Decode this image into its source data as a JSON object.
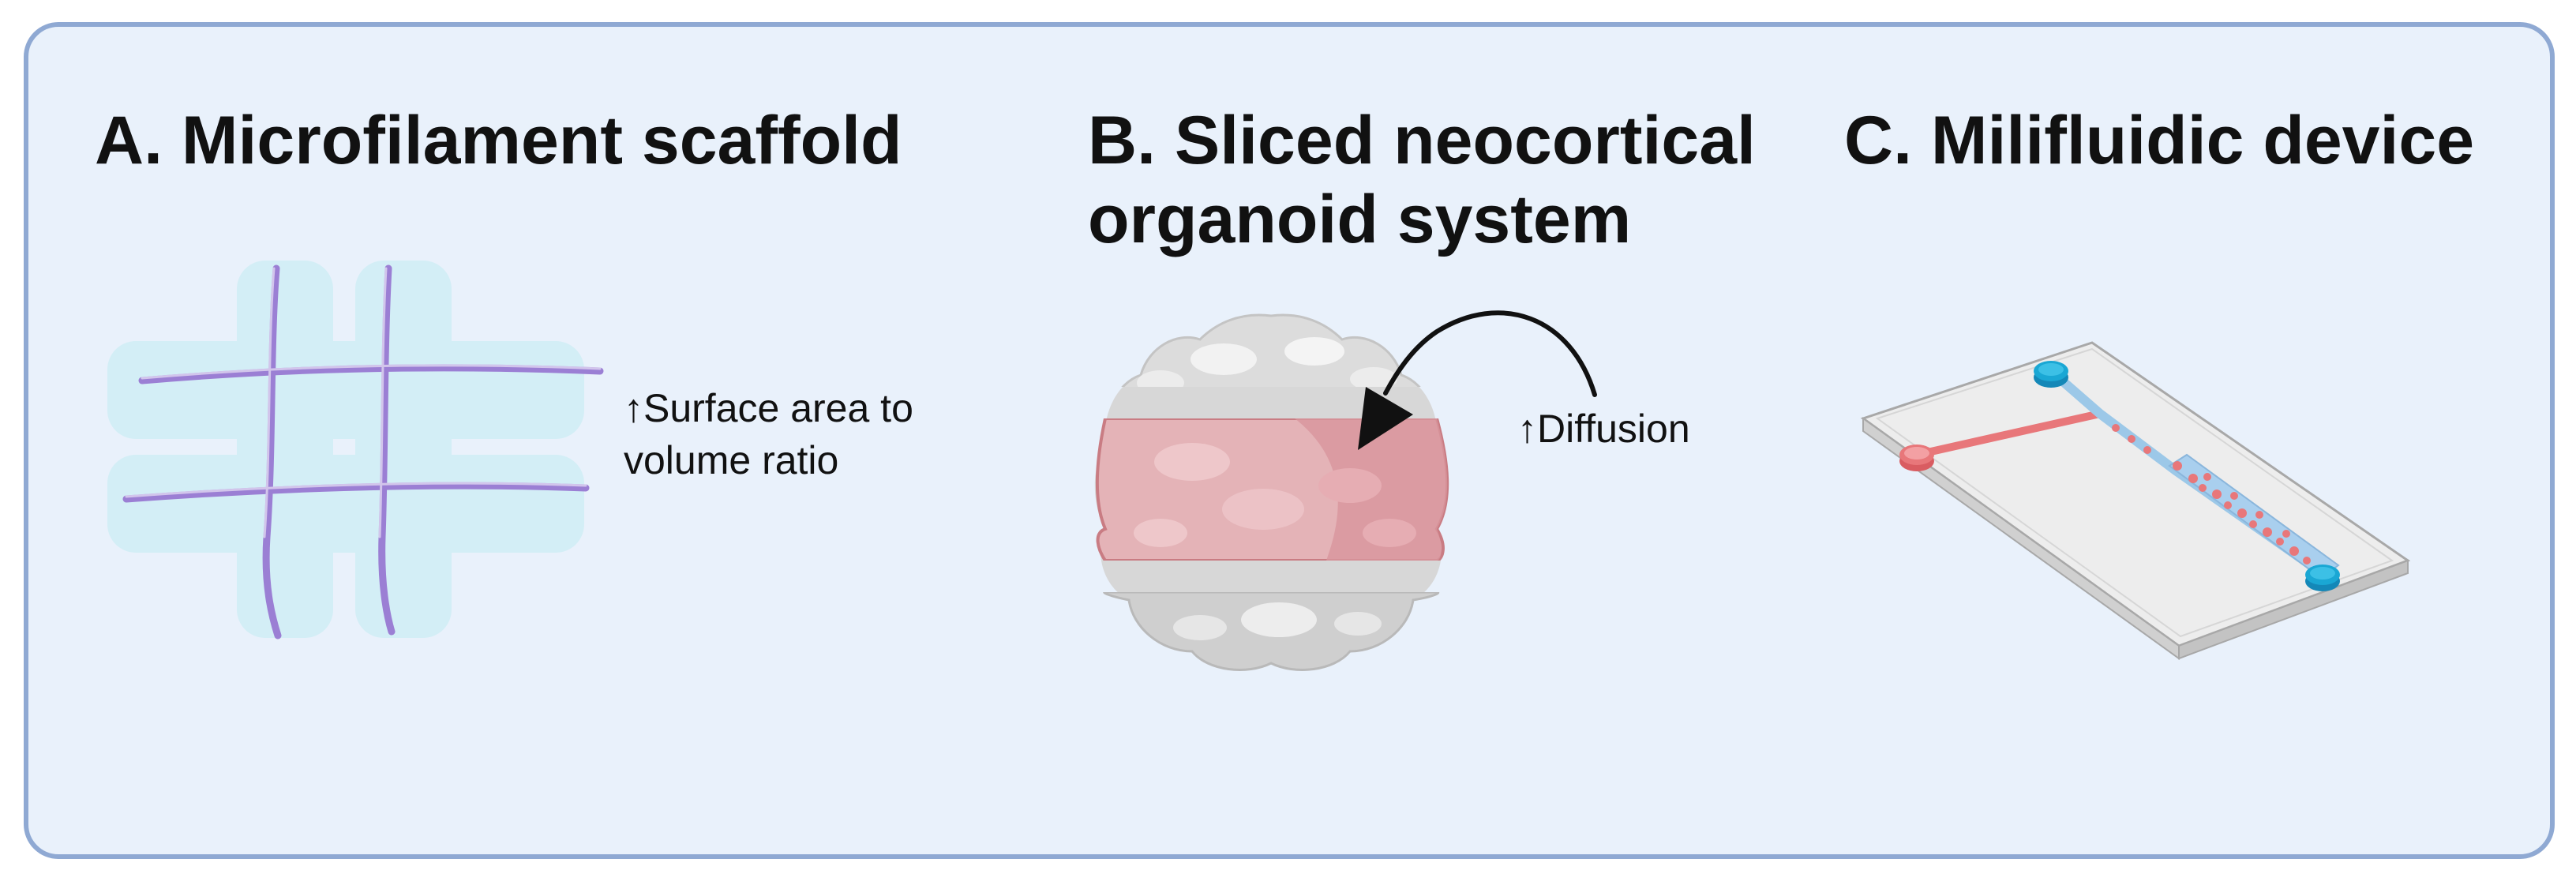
{
  "panels": [
    {
      "title": "A. Microfilament scaffold",
      "annotation": [
        "↑Surface area to",
        "volume ratio"
      ],
      "icon": "microfilament-scaffold"
    },
    {
      "title": [
        "B. Sliced neocortical",
        "organoid system"
      ],
      "annotation": "↑Diffusion",
      "icon": "sliced-organoid"
    },
    {
      "title": "C. Milifluidic device",
      "icon": "milifluidic-chip"
    }
  ],
  "colors": {
    "frame_border": "#8fa9d3",
    "frame_fill": "#e9f1fb",
    "scaffold_fill": "#d3eef6",
    "filament": "#9b7fd4",
    "organoid_slice": "#e4b3b7",
    "organoid_grey": "#d6d6d6",
    "channel_red": "#e8777a",
    "channel_blue": "#9cc8e8",
    "port_cyan": "#1aa7d4"
  }
}
